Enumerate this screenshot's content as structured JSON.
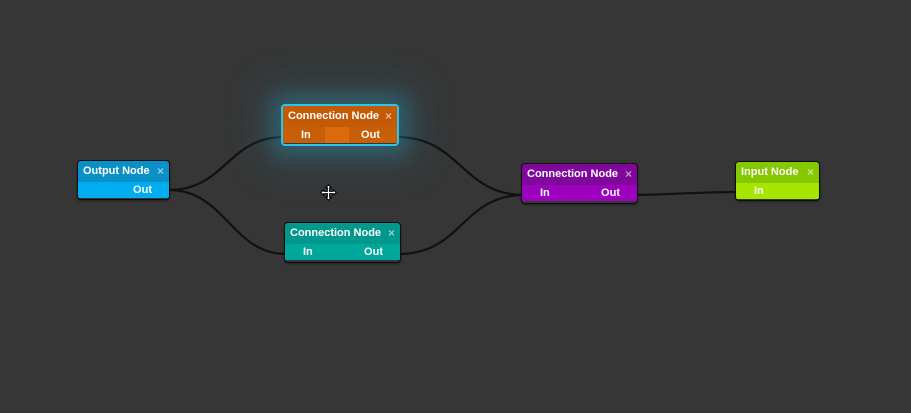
{
  "colors": {
    "background": "#363636",
    "output_node": "#00aef0",
    "connection_orange": "#db6a0c",
    "connection_teal": "#00a89b",
    "connection_purple": "#9c00bc",
    "input_node": "#a4e600",
    "selection_glow": "#2ec3ea"
  },
  "nodes": [
    {
      "id": "output",
      "title": "Output Node",
      "close": "×",
      "out_label": "Out"
    },
    {
      "id": "conn_orange",
      "title": "Connection Node",
      "close": "×",
      "in_label": "In",
      "out_label": "Out",
      "selected": true
    },
    {
      "id": "conn_teal",
      "title": "Connection Node",
      "close": "×",
      "in_label": "In",
      "out_label": "Out"
    },
    {
      "id": "conn_purple",
      "title": "Connection Node",
      "close": "×",
      "in_label": "In",
      "out_label": "Out"
    },
    {
      "id": "input",
      "title": "Input Node",
      "close": "×",
      "in_label": "In"
    }
  ],
  "connections": [
    {
      "from": "output.out",
      "to": "conn_orange.in"
    },
    {
      "from": "output.out",
      "to": "conn_teal.in"
    },
    {
      "from": "conn_orange.out",
      "to": "conn_purple.in"
    },
    {
      "from": "conn_teal.out",
      "to": "conn_purple.in"
    },
    {
      "from": "conn_purple.out",
      "to": "input.in"
    }
  ],
  "cursor": {
    "icon": "move-cursor-icon"
  }
}
